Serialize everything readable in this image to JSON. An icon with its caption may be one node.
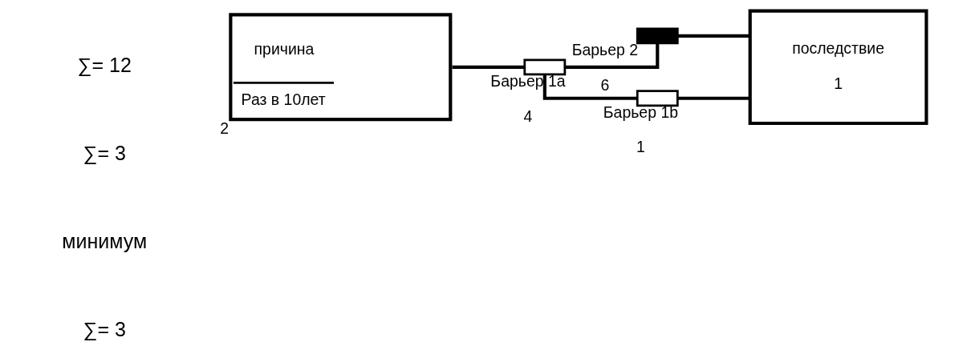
{
  "diagram": {
    "nodes": [
      {
        "text": [
          "причина",
          "Раз в 10лет"
        ],
        "beside": [
          "2"
        ]
      },
      {
        "text": [],
        "shape": "bar",
        "beside": [
          "Барьер 1a",
          "4"
        ]
      },
      {
        "text": [],
        "shape": "bar",
        "beside": [
          "Барьер 2",
          "6"
        ]
      },
      {
        "text": [],
        "shape": "bar",
        "beside": [
          "Барьер 1b",
          "1"
        ]
      },
      {
        "text": [
          "последствие",
          "1"
        ]
      }
    ],
    "edges": [
      {
        "from": 0,
        "to": 1,
        "arrow": "none"
      },
      {
        "from": 1,
        "to": 2,
        "arrow": "none"
      },
      {
        "from": 2,
        "to": 4,
        "arrow": "none"
      },
      {
        "from": 1,
        "to": 3,
        "arrow": "none"
      },
      {
        "from": 3,
        "to": 4,
        "arrow": "none"
      }
    ],
    "labels": [
      "∑= 12",
      "∑= 3",
      "минимум",
      "∑= 3"
    ]
  }
}
